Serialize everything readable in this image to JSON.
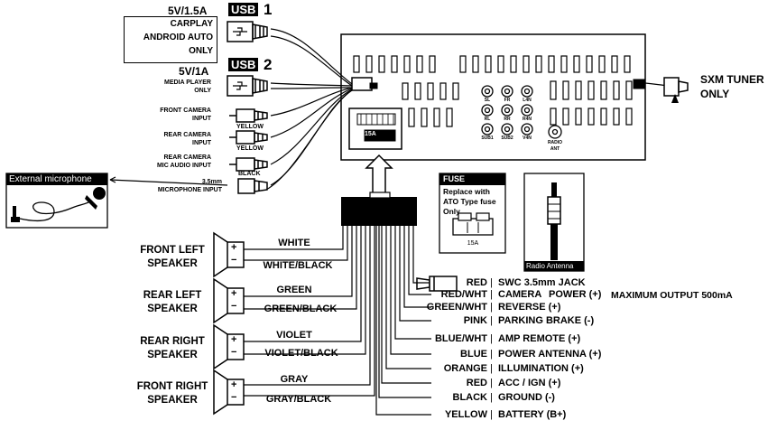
{
  "usb1": {
    "power": "5V/1.5A",
    "badge": "USB",
    "num": "1",
    "lines": [
      "CARPLAY",
      "ANDROID AUTO",
      "ONLY"
    ]
  },
  "usb2": {
    "power": "5V/1A",
    "badge": "USB",
    "num": "2",
    "lines": [
      "MEDIA PLAYER",
      "ONLY"
    ]
  },
  "rca_inputs": {
    "front_camera": [
      "FRONT CAMERA",
      "INPUT"
    ],
    "rear_camera": [
      "REAR CAMERA",
      "INPUT"
    ],
    "rear_camera_mic": [
      "REAR CAMERA",
      "MIC AUDIO INPUT"
    ],
    "mic_input": [
      "3.5mm",
      "MICROPHONE INPUT"
    ],
    "yellow1": "YELLOW",
    "yellow2": "YELLOW",
    "black": "BLACK"
  },
  "ext_mic": {
    "label": "External microphone"
  },
  "unit": {
    "fuse_label": "15A",
    "rca_labels": [
      "SL",
      "FR",
      "L4N",
      "RL",
      "RR",
      "R4N",
      "SUB1",
      "SUB2",
      "V4N"
    ],
    "radio_ant": [
      "RADIO",
      "ANT"
    ]
  },
  "sxm": {
    "lines": [
      "SXM TUNER",
      "ONLY"
    ]
  },
  "fuse_box": {
    "title": "FUSE",
    "lines": [
      "Replace with",
      "ATO Type fuse",
      "Only"
    ],
    "rating": "15A"
  },
  "antenna": {
    "label": "Radio Antenna"
  },
  "speakers": [
    {
      "name": [
        "FRONT LEFT",
        "SPEAKER"
      ],
      "pos_wire": "WHITE",
      "neg_wire": "WHITE/BLACK"
    },
    {
      "name": [
        "REAR LEFT",
        "SPEAKER"
      ],
      "pos_wire": "GREEN",
      "neg_wire": "GREEN/BLACK"
    },
    {
      "name": [
        "REAR RIGHT",
        "SPEAKER"
      ],
      "pos_wire": "VIOLET",
      "neg_wire": "VIOLET/BLACK"
    },
    {
      "name": [
        "FRONT RIGHT",
        "SPEAKER"
      ],
      "pos_wire": "GRAY",
      "neg_wire": "GRAY/BLACK"
    }
  ],
  "plus": "+",
  "minus": "−",
  "wires": [
    {
      "color": "RED",
      "sep": "|",
      "func": "SWC 3.5mm JACK"
    },
    {
      "color": "RED/WHT",
      "sep": "|",
      "func": "CAMERA",
      "extra": "POWER (+)",
      "note": "MAXIMUM OUTPUT 500mA"
    },
    {
      "color": "GREEN/WHT",
      "sep": "|",
      "func": "REVERSE (+)"
    },
    {
      "color": "PINK",
      "sep": "|",
      "func": "PARKING BRAKE (-)"
    },
    {
      "color": "BLUE/WHT",
      "sep": "|",
      "func": "AMP REMOTE (+)"
    },
    {
      "color": "BLUE",
      "sep": "|",
      "func": "POWER ANTENNA (+)"
    },
    {
      "color": "ORANGE",
      "sep": "|",
      "func": "ILLUMINATION (+)"
    },
    {
      "color": "RED",
      "sep": "|",
      "func": "ACC / IGN (+)"
    },
    {
      "color": "BLACK",
      "sep": "|",
      "func": "GROUND (-)"
    },
    {
      "color": "YELLOW",
      "sep": "|",
      "func": "BATTERY (B+)"
    }
  ]
}
